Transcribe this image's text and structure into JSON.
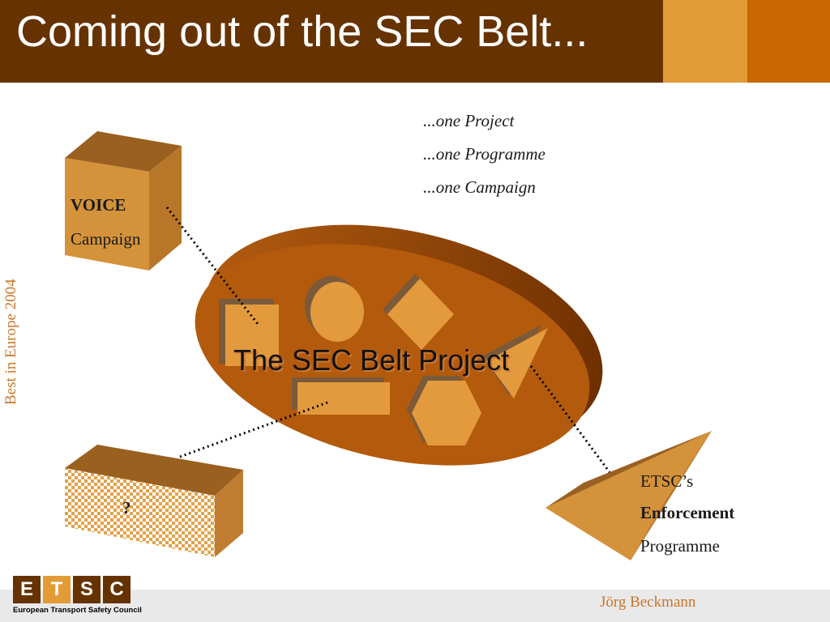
{
  "slide": {
    "title": "Coming out of the SEC Belt...",
    "side_text": "Best in Europe 2004",
    "taglines": [
      "...one Project",
      "...one Programme",
      "...one Campaign"
    ],
    "center_label": "The SEC Belt Project",
    "voice_box": {
      "line1": "VOICE",
      "line2": "Campaign"
    },
    "unknown_box": {
      "label": "?"
    },
    "enforcement": {
      "line1": "ETSC’s",
      "line2": "Enforcement",
      "line3": "Programme"
    },
    "footer": {
      "logo_letters": [
        "E",
        "T",
        "S",
        "C"
      ],
      "logo_subtitle": "European Transport Safety Council",
      "author": "Jörg Beckmann"
    },
    "colors": {
      "header_brown": "#663300",
      "accent_orange": "#e29b36",
      "accent_dark_orange": "#cc6600",
      "box_gold": "#d4923a"
    }
  }
}
